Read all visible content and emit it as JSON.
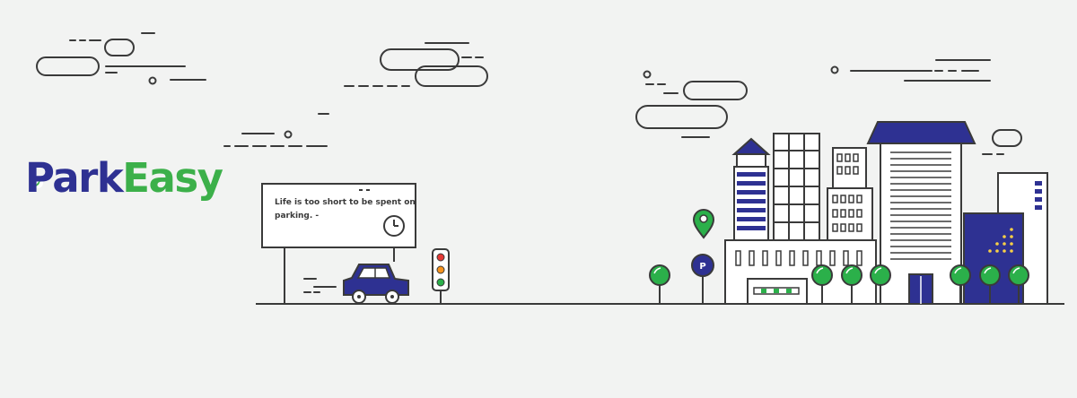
{
  "brand": {
    "name_part1": "Park",
    "name_part2": "Easy",
    "color_primary": "#2e3192",
    "color_accent": "#3cb04a"
  },
  "billboard": {
    "text": "Life is too short to be spent on parking. -"
  },
  "parking_sign": {
    "letter": "P"
  },
  "icons": [
    "compass-icon",
    "clock-icon",
    "traffic-light-icon",
    "car-icon",
    "location-pin-icon",
    "parking-sign-icon",
    "tree-icon",
    "cloud-icon"
  ],
  "colors": {
    "background": "#f2f3f2",
    "outline": "#3a3a3a",
    "tree_green": "#2bb04a",
    "navy": "#2e3192"
  }
}
